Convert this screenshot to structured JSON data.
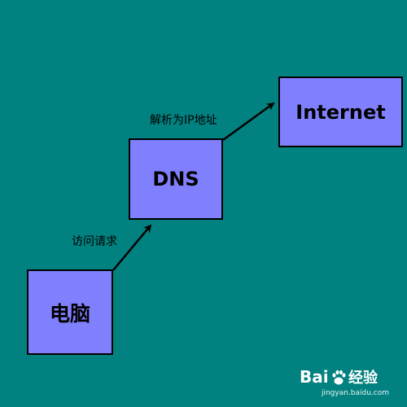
{
  "colors": {
    "background": "#018180",
    "node_fill": "#8080ff",
    "border": "#000000"
  },
  "nodes": {
    "pc": "电脑",
    "dns": "DNS",
    "internet": "Internet"
  },
  "edges": {
    "pc_to_dns": "访问请求",
    "dns_to_internet": "解析为IP地址"
  },
  "watermark": {
    "logo_text": "Bai经验",
    "url": "jingyan.baidu.com"
  }
}
